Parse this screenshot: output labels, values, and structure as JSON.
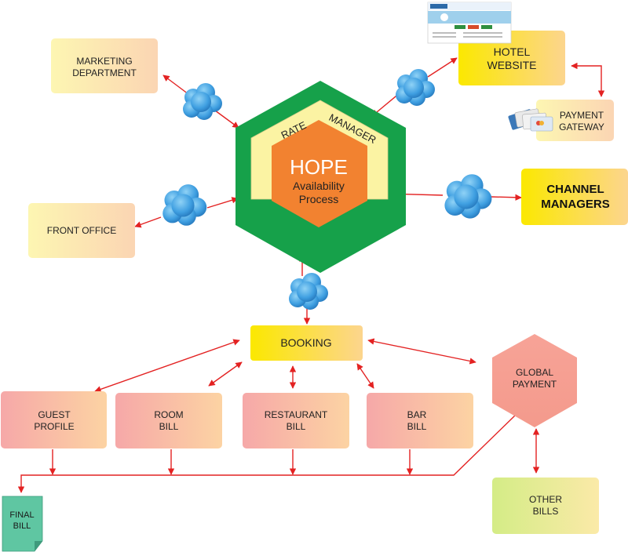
{
  "hub": {
    "title": "HOPE",
    "subtitle1": "Availability",
    "subtitle2": "Process",
    "band_word1": "RATE",
    "band_word2": "MANAGER"
  },
  "nodes": {
    "marketing": {
      "line1": "MARKETING",
      "line2": "DEPARTMENT"
    },
    "hotel_website": {
      "line1": "HOTEL",
      "line2": "WEBSITE"
    },
    "payment_gateway": {
      "line1": "PAYMENT",
      "line2": "GATEWAY"
    },
    "front_office": {
      "line1": "FRONT OFFICE"
    },
    "channel_managers": {
      "line1": "CHANNEL",
      "line2": "MANAGERS"
    },
    "booking": {
      "line1": "BOOKING"
    },
    "global_payment": {
      "line1": "GLOBAL",
      "line2": "PAYMENT"
    },
    "guest_profile": {
      "line1": "GUEST",
      "line2": "PROFILE"
    },
    "room_bill": {
      "line1": "ROOM",
      "line2": "BILL"
    },
    "restaurant_bill": {
      "line1": "RESTAURANT",
      "line2": "BILL"
    },
    "bar_bill": {
      "line1": "BAR",
      "line2": "BILL"
    },
    "other_bills": {
      "line1": "OTHER",
      "line2": "BILLS"
    },
    "final_bill": {
      "line1": "FINAL",
      "line2": "BILL"
    }
  },
  "colors": {
    "hub_green": "#16a14a",
    "hub_band": "#fbf3a3",
    "hub_core": "#f28230",
    "connector_red": "#e32222",
    "cloud_blue": "#3a9de0",
    "final_bill_teal": "#5fc6a2"
  }
}
